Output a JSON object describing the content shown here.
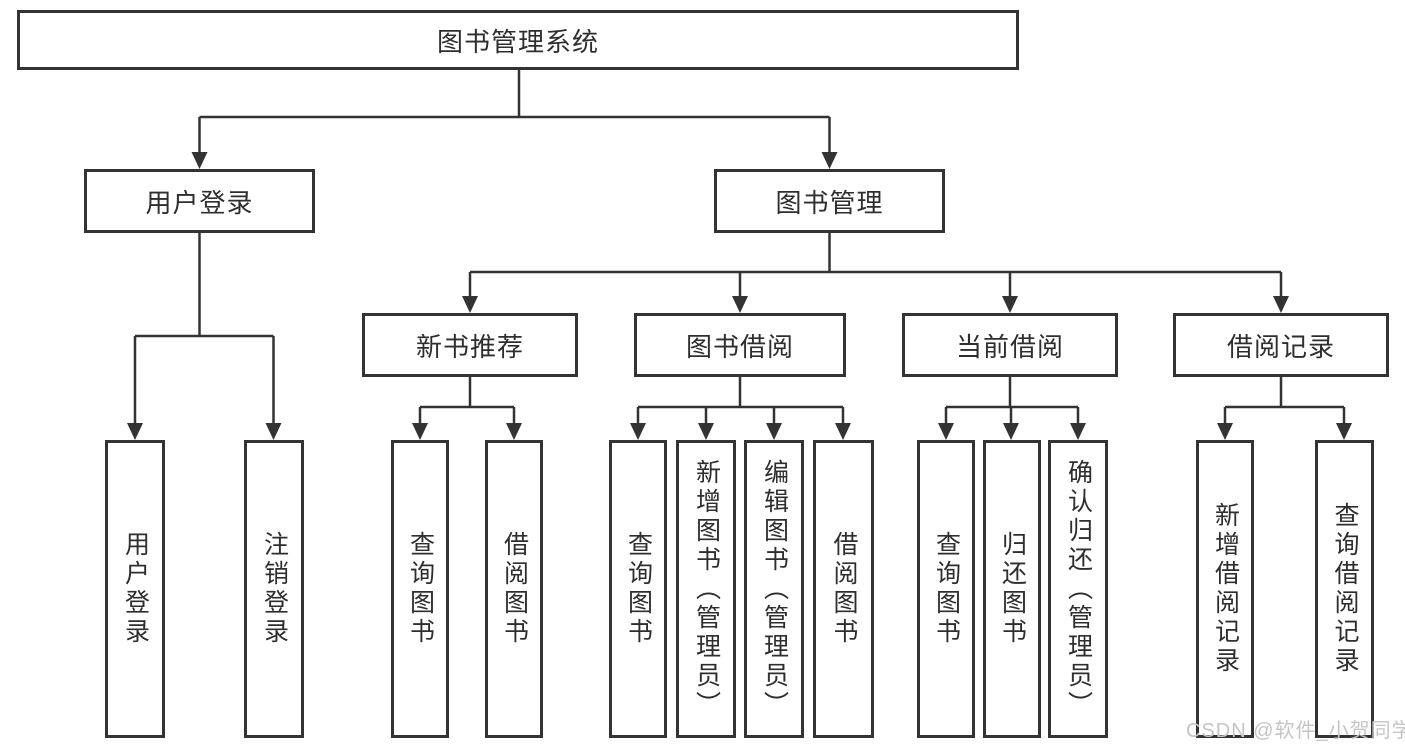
{
  "diagram": {
    "title": "图书管理系统",
    "type": "function-structure-tree"
  },
  "tree": {
    "label": "图书管理系统",
    "children": [
      {
        "label": "用户登录",
        "children": [
          {
            "label": "用户登录"
          },
          {
            "label": "注销登录"
          }
        ]
      },
      {
        "label": "图书管理",
        "children": [
          {
            "label": "新书推荐",
            "children": [
              {
                "label": "查询图书"
              },
              {
                "label": "借阅图书"
              }
            ]
          },
          {
            "label": "图书借阅",
            "children": [
              {
                "label": "查询图书"
              },
              {
                "label": "新增图书（管理员）"
              },
              {
                "label": "编辑图书（管理员）"
              },
              {
                "label": "借阅图书"
              }
            ]
          },
          {
            "label": "当前借阅",
            "children": [
              {
                "label": "查询图书"
              },
              {
                "label": "归还图书"
              },
              {
                "label": "确认归还（管理员）"
              }
            ]
          },
          {
            "label": "借阅记录",
            "children": [
              {
                "label": "新增借阅记录"
              },
              {
                "label": "查询借阅记录"
              }
            ]
          }
        ]
      }
    ]
  },
  "watermark": {
    "text": "CSDN @软件_小贺同学",
    "color": "#c5c5c5"
  },
  "colors": {
    "line": "#333333",
    "box_border": "#333333",
    "box_background": "#ffffff",
    "text": "#2e2e2e"
  }
}
